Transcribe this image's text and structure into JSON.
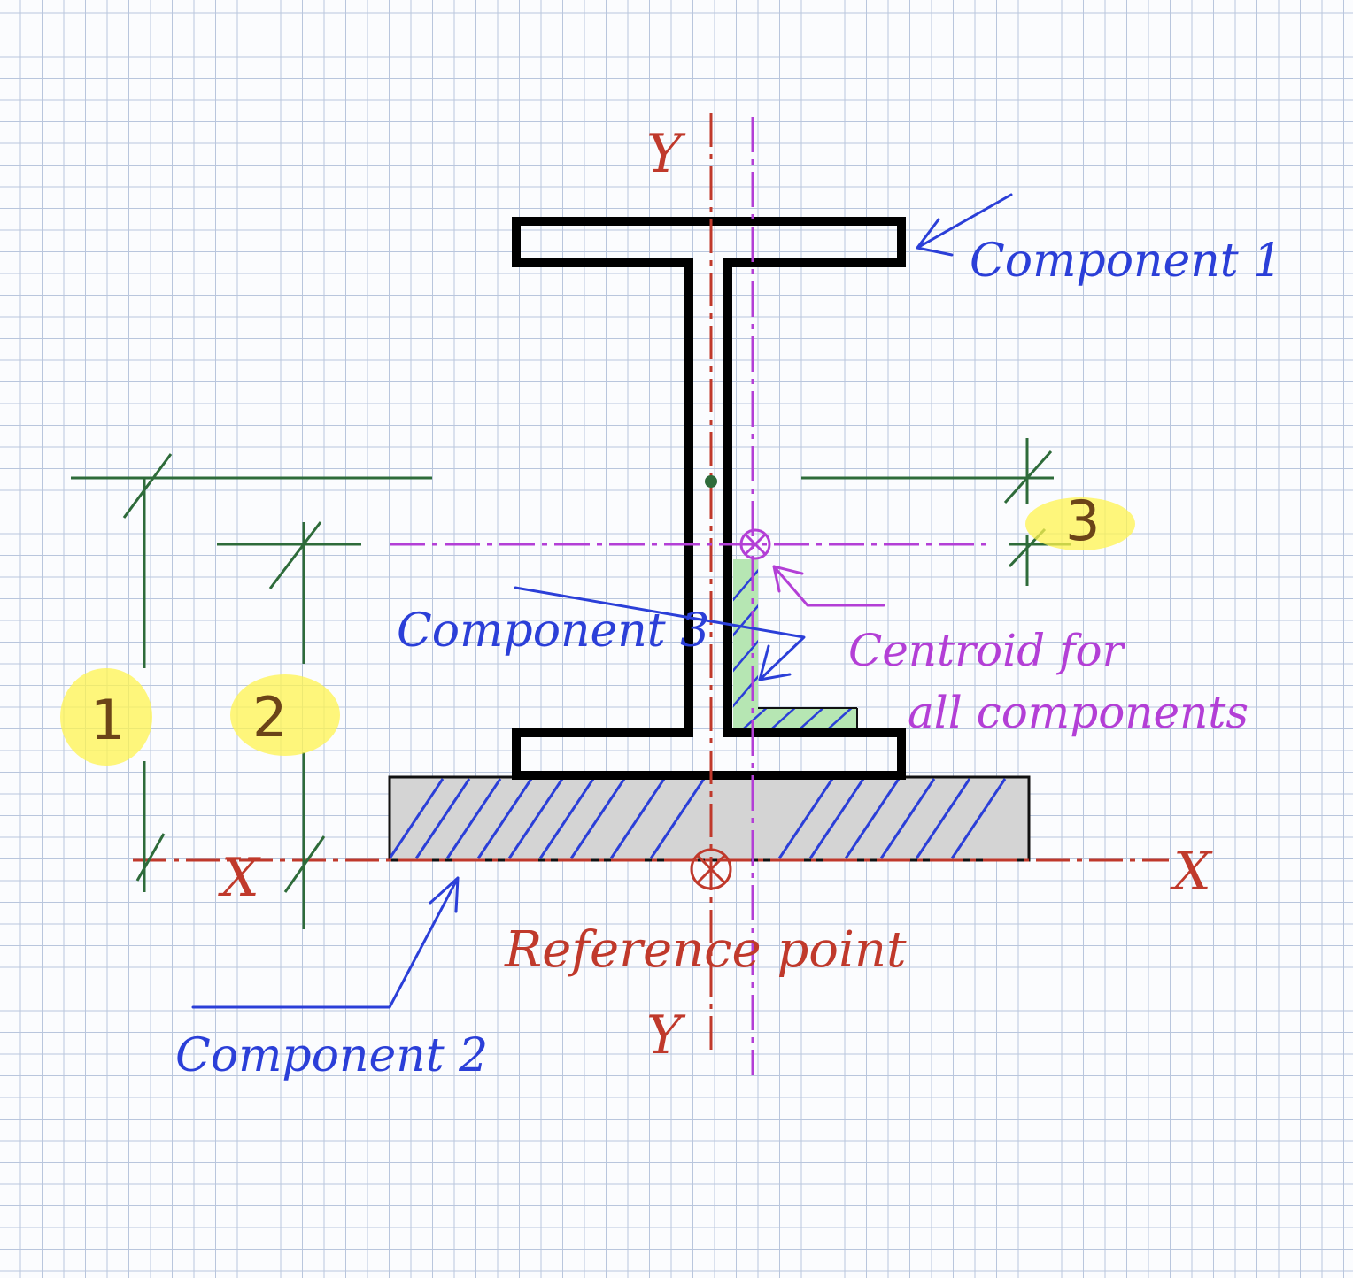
{
  "labels": {
    "component_1": "Component 1",
    "component_2": "Component 2",
    "component_3": "Component 3",
    "centroid": [
      "Centroid for",
      "all components"
    ],
    "reference_point": "Reference point",
    "axis_x": "X",
    "axis_y": "Y"
  },
  "dimensions": {
    "dim_1": "1",
    "dim_2": "2",
    "dim_3": "3"
  },
  "colors": {
    "outline": "#000000",
    "reference": "#c0392b",
    "centroid": "#b33fd6",
    "dimension": "#2e6b3a",
    "annotation": "#2b3fd8",
    "highlight": "#fff44f",
    "plate_fill": "#d4d4d4",
    "angle_fill": "#b6e6b3"
  }
}
